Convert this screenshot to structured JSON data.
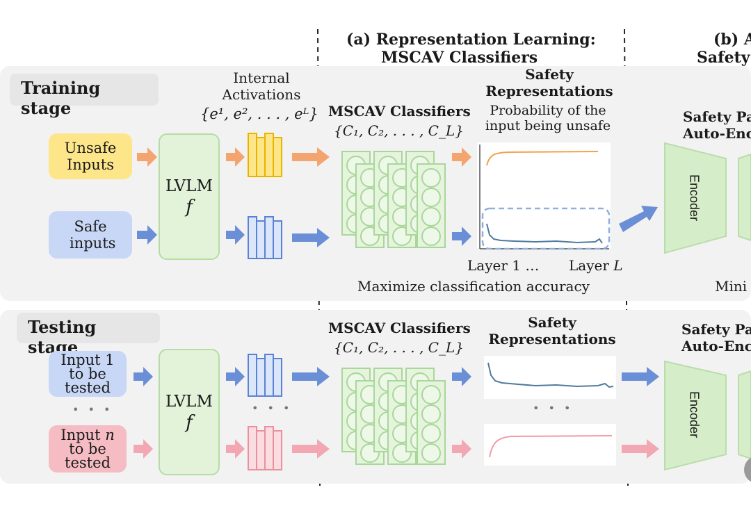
{
  "sections": {
    "a_title_1": "(a) Representation Learning:",
    "a_title_2": "MSCAV Classifiers",
    "b_title_1": "(b) A",
    "b_title_2": "Safety"
  },
  "training": {
    "stage_label": "Training stage",
    "unsafe_label": "Unsafe Inputs",
    "safe_label": "Safe inputs",
    "lvlm_label": "LVLM",
    "lvlm_f": "f",
    "activations_1": "Internal",
    "activations_2": "Activations",
    "activations_set": "{e¹, e², . . . , eᴸ}",
    "classifiers_title": "MSCAV Classifiers",
    "classifiers_set": "{C₁, C₂, . . . , C_L}",
    "safety_rep_1": "Safety",
    "safety_rep_2": "Representations",
    "prob_1": "Probability of the",
    "prob_2": "input being unsafe",
    "layer_start": "Layer 1 …",
    "layer_end": "Layer",
    "layer_end_var": "L",
    "maximize": "Maximize classification accuracy",
    "autoenc_1": "Safety Pa",
    "autoenc_2": "Auto-Enc",
    "encoder": "Encoder",
    "mini": "Mini"
  },
  "testing": {
    "stage_label": "Testing stage",
    "input1_label": "Input 1 to be tested",
    "inputn_prefix": "Input ",
    "inputn_var": "n",
    "inputn_rest": "to be tested",
    "lvlm_label": "LVLM",
    "lvlm_f": "f",
    "classifiers_title": "MSCAV Classifiers",
    "classifiers_set": "{C₁, C₂, . . . , C_L}",
    "safety_rep_1": "Safety",
    "safety_rep_2": "Representations",
    "autoenc_1": "Safety Pa",
    "autoenc_2": "Auto-Enc",
    "encoder": "Encoder",
    "dots": "• • •"
  },
  "colors": {
    "orange": "#f4a46f",
    "blue": "#6b8fd6",
    "pink": "#f2a7b2",
    "yellow": "#fcd34d",
    "green_fill": "#e2f3d9",
    "green_line": "#a8d79a",
    "curve_orange": "#f0a24a",
    "curve_blue": "#4f7a9c",
    "curve_pink": "#f29aa6"
  }
}
